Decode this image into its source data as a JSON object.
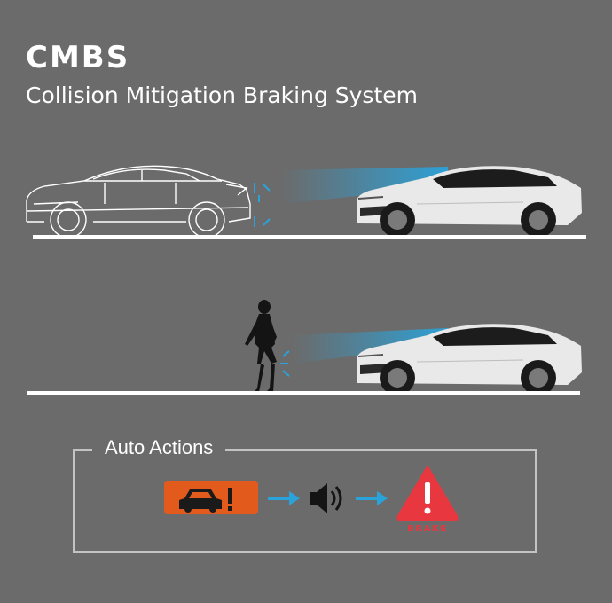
{
  "header": {
    "title": "CMBS",
    "subtitle": "Collision Mitigation Braking System"
  },
  "auto_actions": {
    "title": "Auto Actions",
    "steps": [
      {
        "icon": "car-warning-icon"
      },
      {
        "icon": "speaker-icon"
      },
      {
        "icon": "brake-warning-icon",
        "label": "BRAKE"
      }
    ]
  },
  "colors": {
    "background": "#6b6b6b",
    "sensor_beam": "#2aa3db",
    "warning_orange": "#e35b1c",
    "brake_red": "#e8373f",
    "road_line": "#ffffff"
  }
}
